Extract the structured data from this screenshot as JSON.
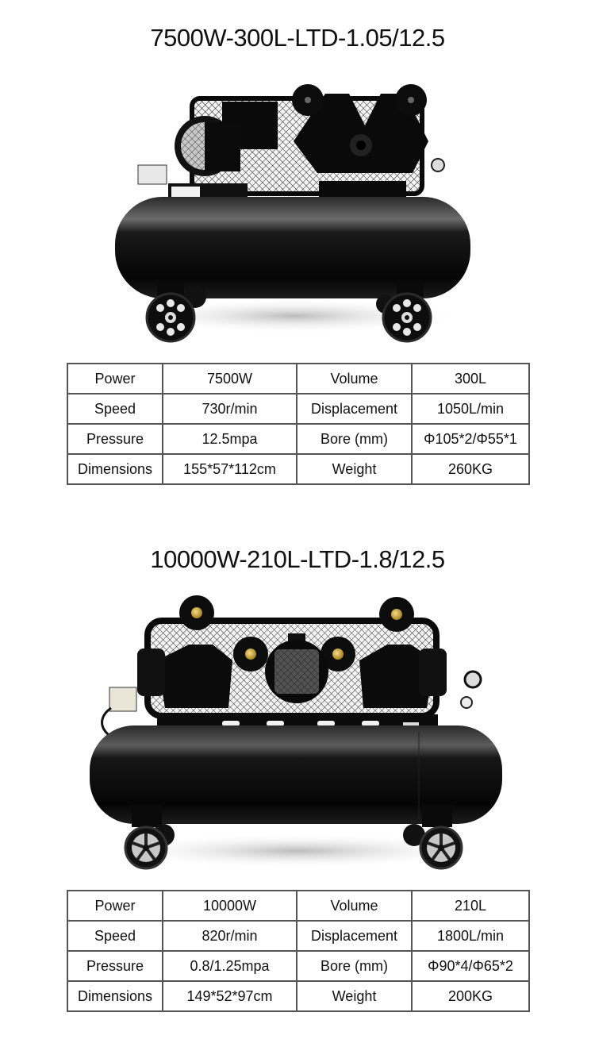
{
  "products": [
    {
      "title": "7500W-300L-LTD-1.05/12.5",
      "image": "black-air-compressor-300L-single-pump",
      "specs": [
        {
          "label1": "Power",
          "value1": "7500W",
          "label2": "Volume",
          "value2": "300L"
        },
        {
          "label1": "Speed",
          "value1": "730r/min",
          "label2": "Displacement",
          "value2": "1050L/min"
        },
        {
          "label1": "Pressure",
          "value1": "12.5mpa",
          "label2": "Bore (mm)",
          "value2": "Φ105*2/Φ55*1"
        },
        {
          "label1": "Dimensions",
          "value1": "155*57*112cm",
          "label2": "Weight",
          "value2": "260KG"
        }
      ]
    },
    {
      "title": "10000W-210L-LTD-1.8/12.5",
      "image": "black-air-compressor-210L-dual-pump",
      "specs": [
        {
          "label1": "Power",
          "value1": "10000W",
          "label2": "Volume",
          "value2": "210L"
        },
        {
          "label1": "Speed",
          "value1": "820r/min",
          "label2": "Displacement",
          "value2": "1800L/min"
        },
        {
          "label1": "Pressure",
          "value1": "0.8/1.25mpa",
          "label2": "Bore (mm)",
          "value2": "Φ90*4/Φ65*2"
        },
        {
          "label1": "Dimensions",
          "value1": "149*52*97cm",
          "label2": "Weight",
          "value2": "200KG"
        }
      ]
    }
  ],
  "colors": {
    "background": "#ffffff",
    "text": "#111111",
    "table_border": "#555555",
    "tank": "#0d0d0d",
    "brass": "#c9a227"
  }
}
